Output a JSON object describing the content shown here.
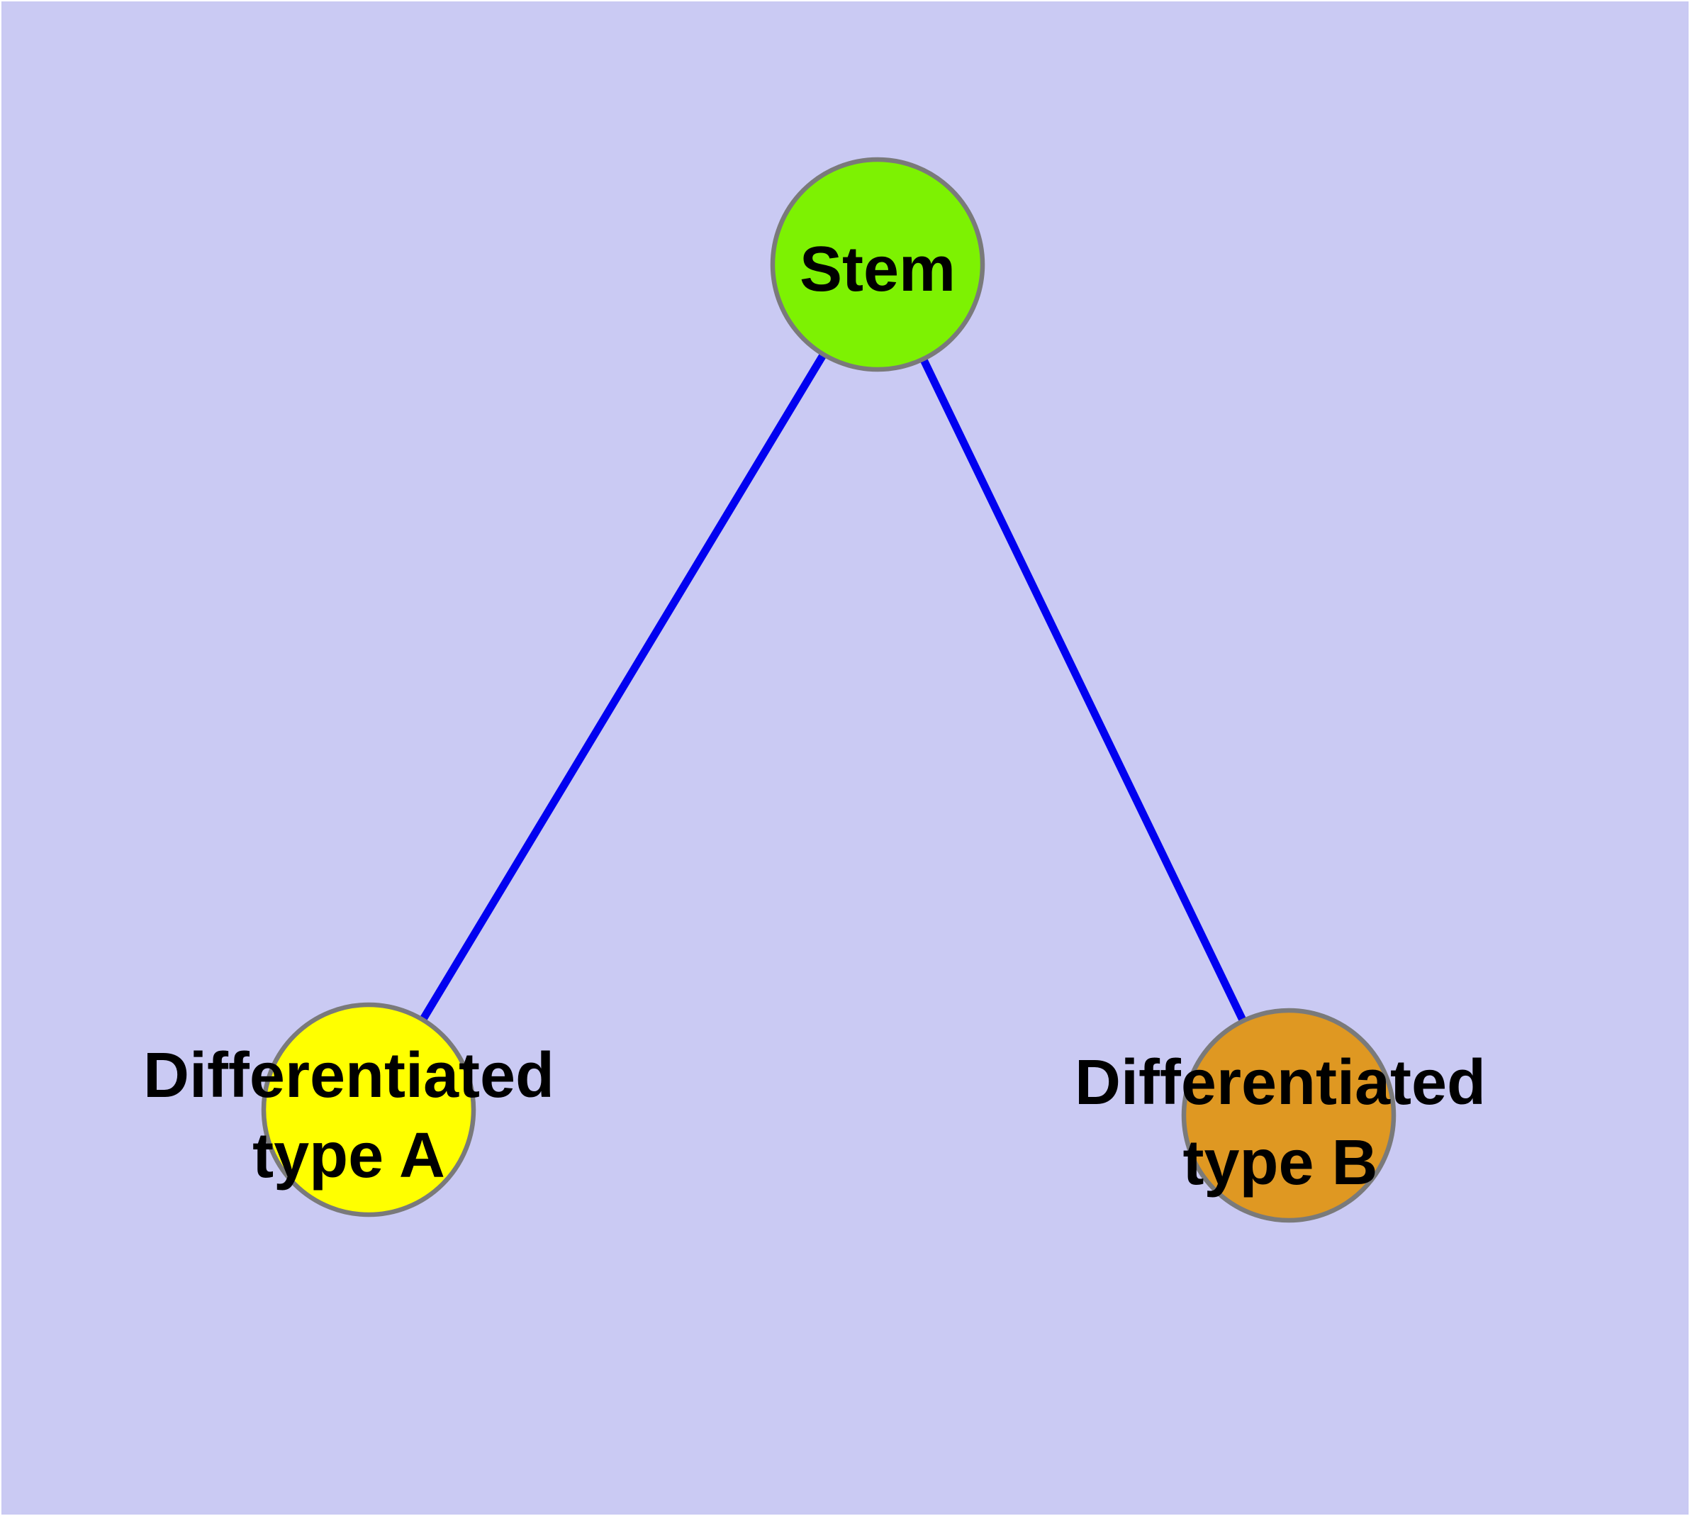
{
  "diagram": {
    "type": "graph",
    "description": "Tree diagram of a stem cell differentiating into two cell types",
    "colors": {
      "background": "#cacaf3",
      "page_border": "#ffffff",
      "edge": "#0101f0",
      "node_border": "#7a7a7a",
      "label_text": "#000000"
    },
    "nodes": [
      {
        "id": "stem",
        "label": "Stem",
        "fill": "#7df202"
      },
      {
        "id": "differentiated-type-a",
        "label": "Differentiated type A",
        "label_line1": "Differentiated",
        "label_line2": "type A",
        "fill": "#ffff00"
      },
      {
        "id": "differentiated-type-b",
        "label": "Differentiated type B",
        "label_line1": "Differentiated",
        "label_line2": "type B",
        "fill": "#df9822"
      }
    ],
    "edges": [
      {
        "from": "stem",
        "to": "differentiated-type-a"
      },
      {
        "from": "stem",
        "to": "differentiated-type-b"
      }
    ]
  }
}
